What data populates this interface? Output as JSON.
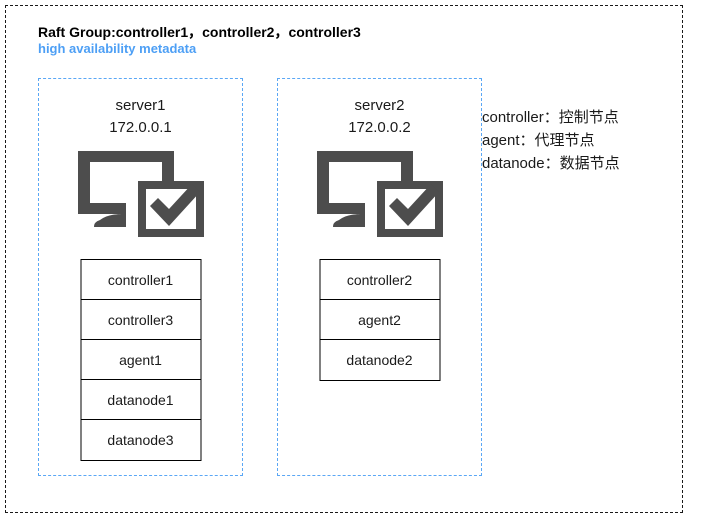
{
  "diagram": {
    "title": "Raft Group:controller1，controller2，controller3",
    "subtitle": "high availability metadata",
    "colors": {
      "outer_border": "#1a1a1a",
      "panel_border": "#5aa7f5",
      "subtitle": "#4d9ff5",
      "icon": "#4d4d4d",
      "box_border": "#000000",
      "text": "#1a1a1a"
    },
    "servers": [
      {
        "name": "server1",
        "ip": "172.0.0.1",
        "icon": "monitor-check-icon",
        "nodes": [
          "controller1",
          "controller3",
          "agent1",
          "datanode1",
          "datanode3"
        ]
      },
      {
        "name": "server2",
        "ip": "172.0.0.2",
        "icon": "monitor-check-icon",
        "nodes": [
          "controller2",
          "agent2",
          "datanode2"
        ]
      }
    ],
    "legend": [
      "controller：控制节点",
      "agent：代理节点",
      "datanode：数据节点"
    ]
  }
}
